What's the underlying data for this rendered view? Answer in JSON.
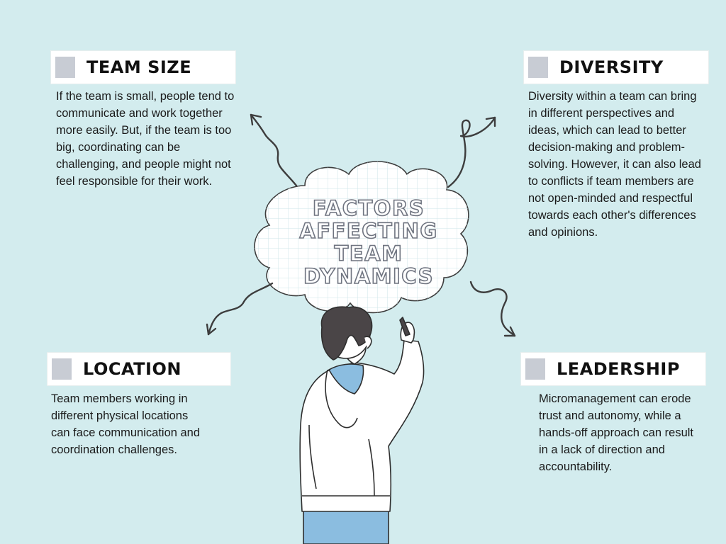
{
  "title": {
    "lines": [
      "FACTORS",
      "AFFECTING",
      "TEAM",
      "DYNAMICS"
    ]
  },
  "factors": [
    {
      "id": "team-size",
      "label": "TEAM SIZE",
      "description": "If the team is small, people tend to communicate and work together more easily. But, if the team is too big, coordinating can be challenging, and people might not feel responsible for their work."
    },
    {
      "id": "diversity",
      "label": "DIVERSITY",
      "description": "Diversity within a team can bring in different perspectives and ideas, which can lead to better decision-making and problem-solving. However, it can also lead to conflicts if team members are not open-minded and respectful towards each other's differences and opinions."
    },
    {
      "id": "location",
      "label": "LOCATION",
      "description": "Team members working in different physical locations can face communication and coordination challenges."
    },
    {
      "id": "leadership",
      "label": "LEADERSHIP",
      "description": "Micromanagement can erode trust and autonomy, while a hands-off approach can result in a lack of direction and accountability."
    }
  ],
  "colors": {
    "background": "#d3ecee",
    "label_box": "#ffffff",
    "label_square": "#c8ccd4",
    "title_outline": "#6f7480",
    "hoodie": "#ffffff",
    "hoodie_hood_inner": "#8bbde0",
    "pants": "#8bbde0",
    "hair": "#4a4547",
    "arrow": "#3d3d3d"
  },
  "icons": {
    "arrows": [
      "curly-arrow-up-left",
      "curly-arrow-up-right",
      "curly-arrow-down-left",
      "curly-arrow-down-right"
    ],
    "cloud": "thought-cloud-grid",
    "person": "person-writing-illustration"
  }
}
